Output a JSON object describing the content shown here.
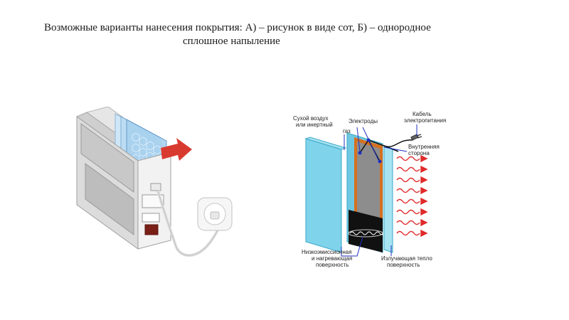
{
  "slide": {
    "title_line1": "Возможные варианты нанесения покрытия: А) – рисунок в виде сот, Б) – однородное",
    "title_line2": "сплошное напыление"
  },
  "diagram": {
    "labels": {
      "dry_air_1": "Сухой воздух",
      "dry_air_2": "или инертный",
      "dry_air_3": "газ",
      "electrodes": "Электроды",
      "cable_1": "Кабель",
      "cable_2": "электропитания",
      "inner_1": "Внутренняя",
      "inner_2": "сторона",
      "lowe_1": "Низкоэмиссионная",
      "lowe_2": "и нагревающая",
      "lowe_3": "поверхность",
      "emit_1": "Излучающая тепло",
      "emit_2": "поверхность"
    }
  },
  "colors": {
    "glass": "#7fd3ea",
    "glass_dark": "#43b7d6",
    "frame_orange": "#d6701f",
    "wave_red": "#e02b2b",
    "arrow_red": "#d93a2f",
    "label_blue": "#1f2fbf"
  }
}
